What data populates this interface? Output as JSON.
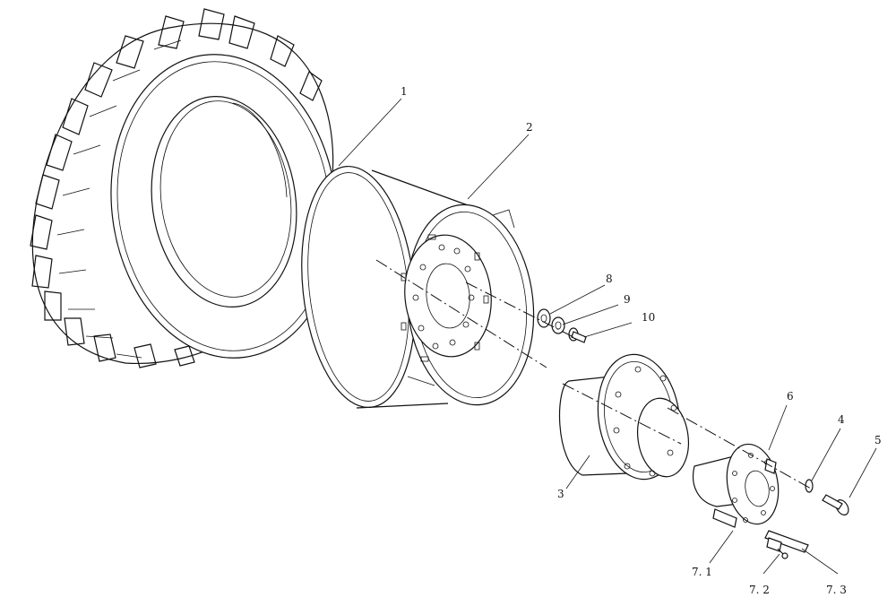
{
  "callouts": {
    "c1": "1",
    "c2": "2",
    "c3": "3",
    "c4": "4",
    "c5": "5",
    "c6": "6",
    "c7_1": "7. 1",
    "c7_2": "7. 2",
    "c7_3": "7. 3",
    "c8": "8",
    "c9": "9",
    "c10": "10"
  }
}
